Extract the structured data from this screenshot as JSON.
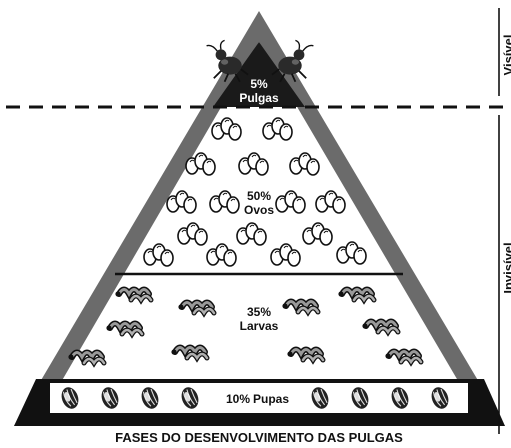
{
  "figure": {
    "caption": "FASES DO DESENVOLVIMENTO DAS PULGAS",
    "side_labels": {
      "top": "Visível",
      "bottom": "Invisível"
    },
    "stages": [
      {
        "key": "adults",
        "percent": "5%",
        "name": "Pulgas",
        "icon": "flea-icon"
      },
      {
        "key": "eggs",
        "percent": "50%",
        "name": "Ovos",
        "icon": "egg-cluster-icon"
      },
      {
        "key": "larvae",
        "percent": "35%",
        "name": "Larvas",
        "icon": "larva-icon"
      },
      {
        "key": "pupae",
        "percent": "10%",
        "name": "Pupas",
        "icon": "pupa-icon"
      }
    ],
    "colors": {
      "frame": "#6b6b6b",
      "apex": "#1a1a1a",
      "bottom_band": "#111111",
      "fill": "#ffffff"
    }
  }
}
